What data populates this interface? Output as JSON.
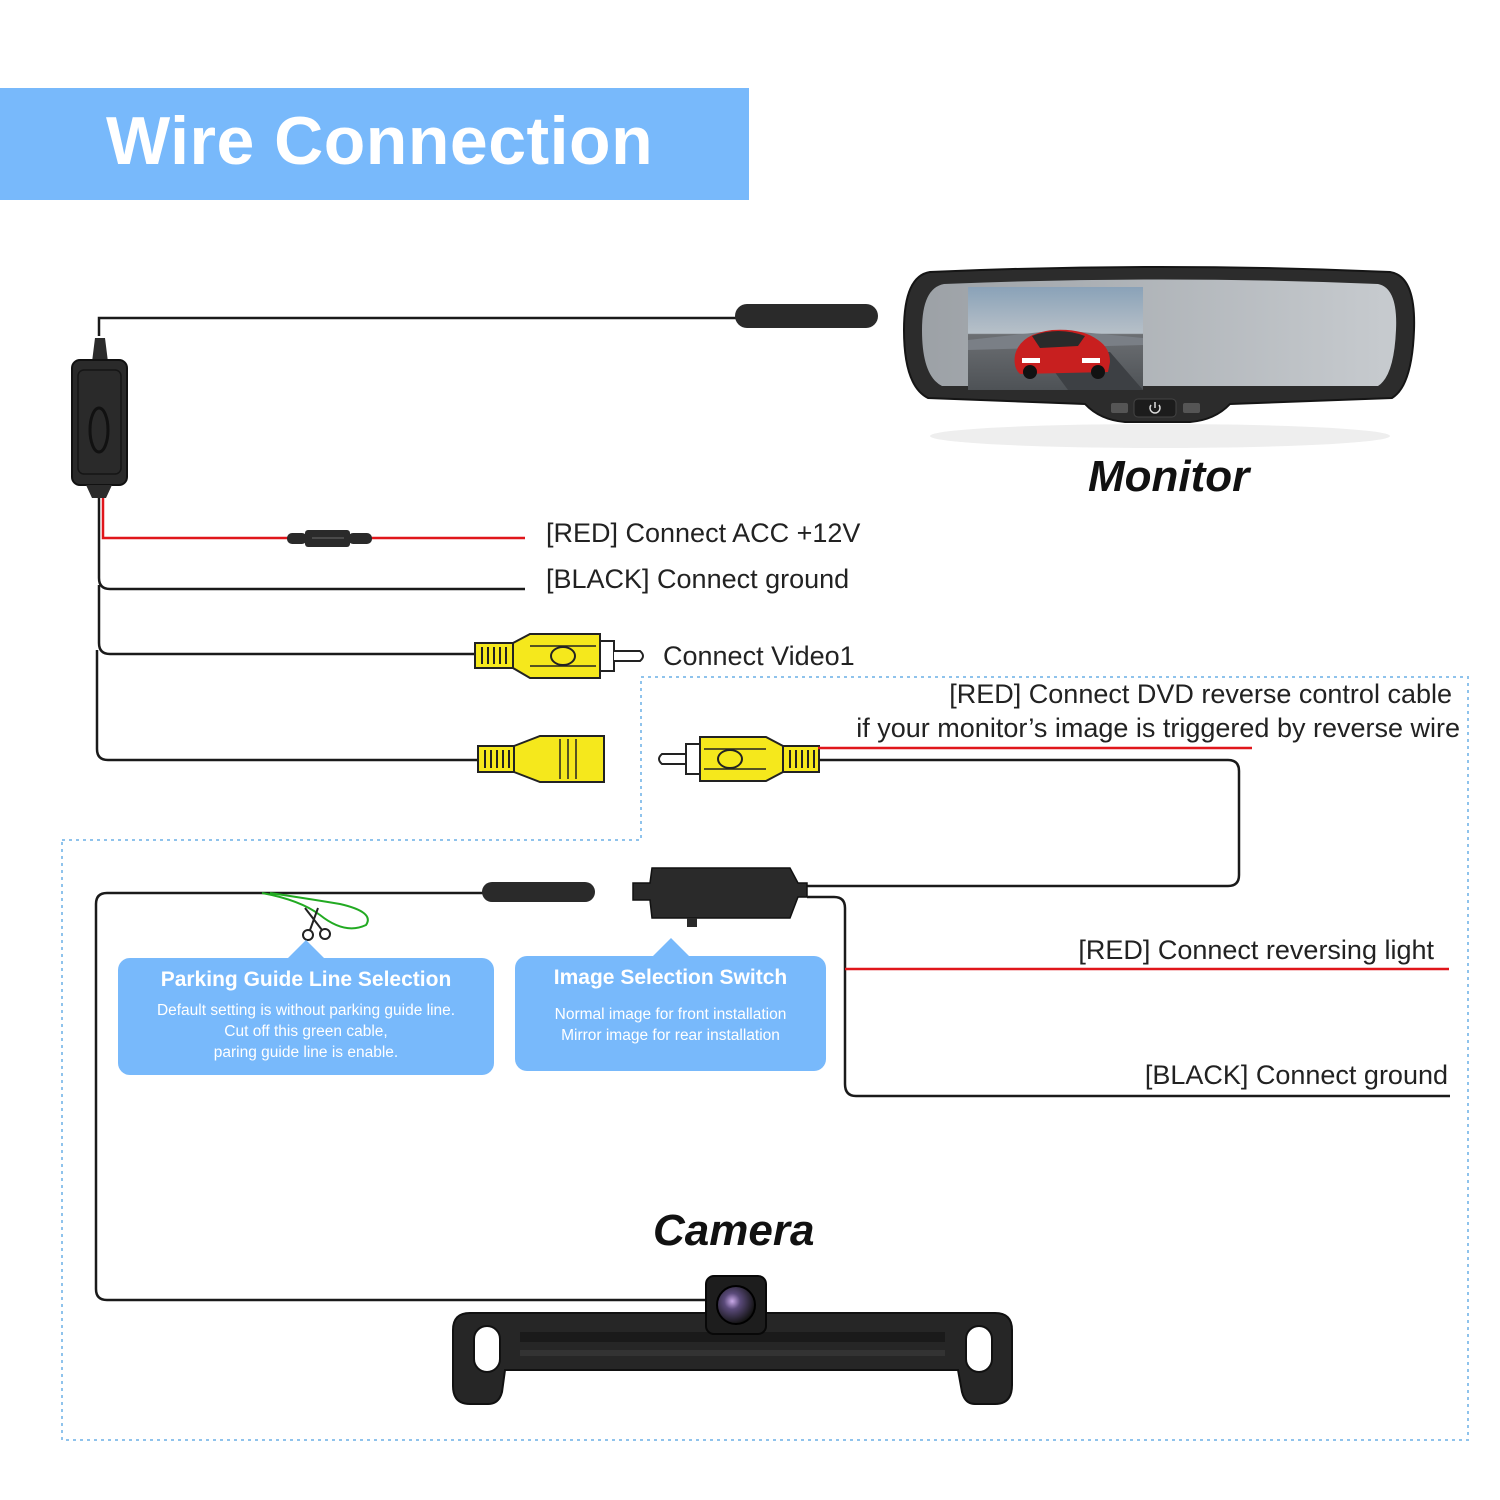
{
  "title": "Wire Connection",
  "labels": {
    "monitor": "Monitor",
    "camera": "Camera",
    "red_acc": "[RED] Connect ACC +12V",
    "black_ground_top": "[BLACK] Connect ground",
    "video1": "Connect Video1",
    "red_dvd_line1": "[RED] Connect DVD reverse control cable",
    "red_dvd_line2": "if your monitor’s image is triggered by reverse wire",
    "red_reversing": "[RED] Connect reversing light",
    "black_ground_bottom": "[BLACK] Connect ground"
  },
  "callouts": {
    "parking": {
      "title": "Parking Guide Line Selection",
      "line1": "Default setting is without parking guide line.",
      "line2": "Cut off this green cable,",
      "line3": "paring guide line is enable."
    },
    "image_switch": {
      "title": "Image Selection Switch",
      "line1": "Normal image for front installation",
      "line2": "Mirror image for rear installation"
    }
  },
  "icons": [
    "scissors-icon",
    "power-button-icon"
  ],
  "colors": {
    "accent": "#78b9fb",
    "rca_yellow": "#f5e81c",
    "red_wire": "#e0161b",
    "green_wire": "#22aa22",
    "dotted_border": "#8fc3ec"
  }
}
